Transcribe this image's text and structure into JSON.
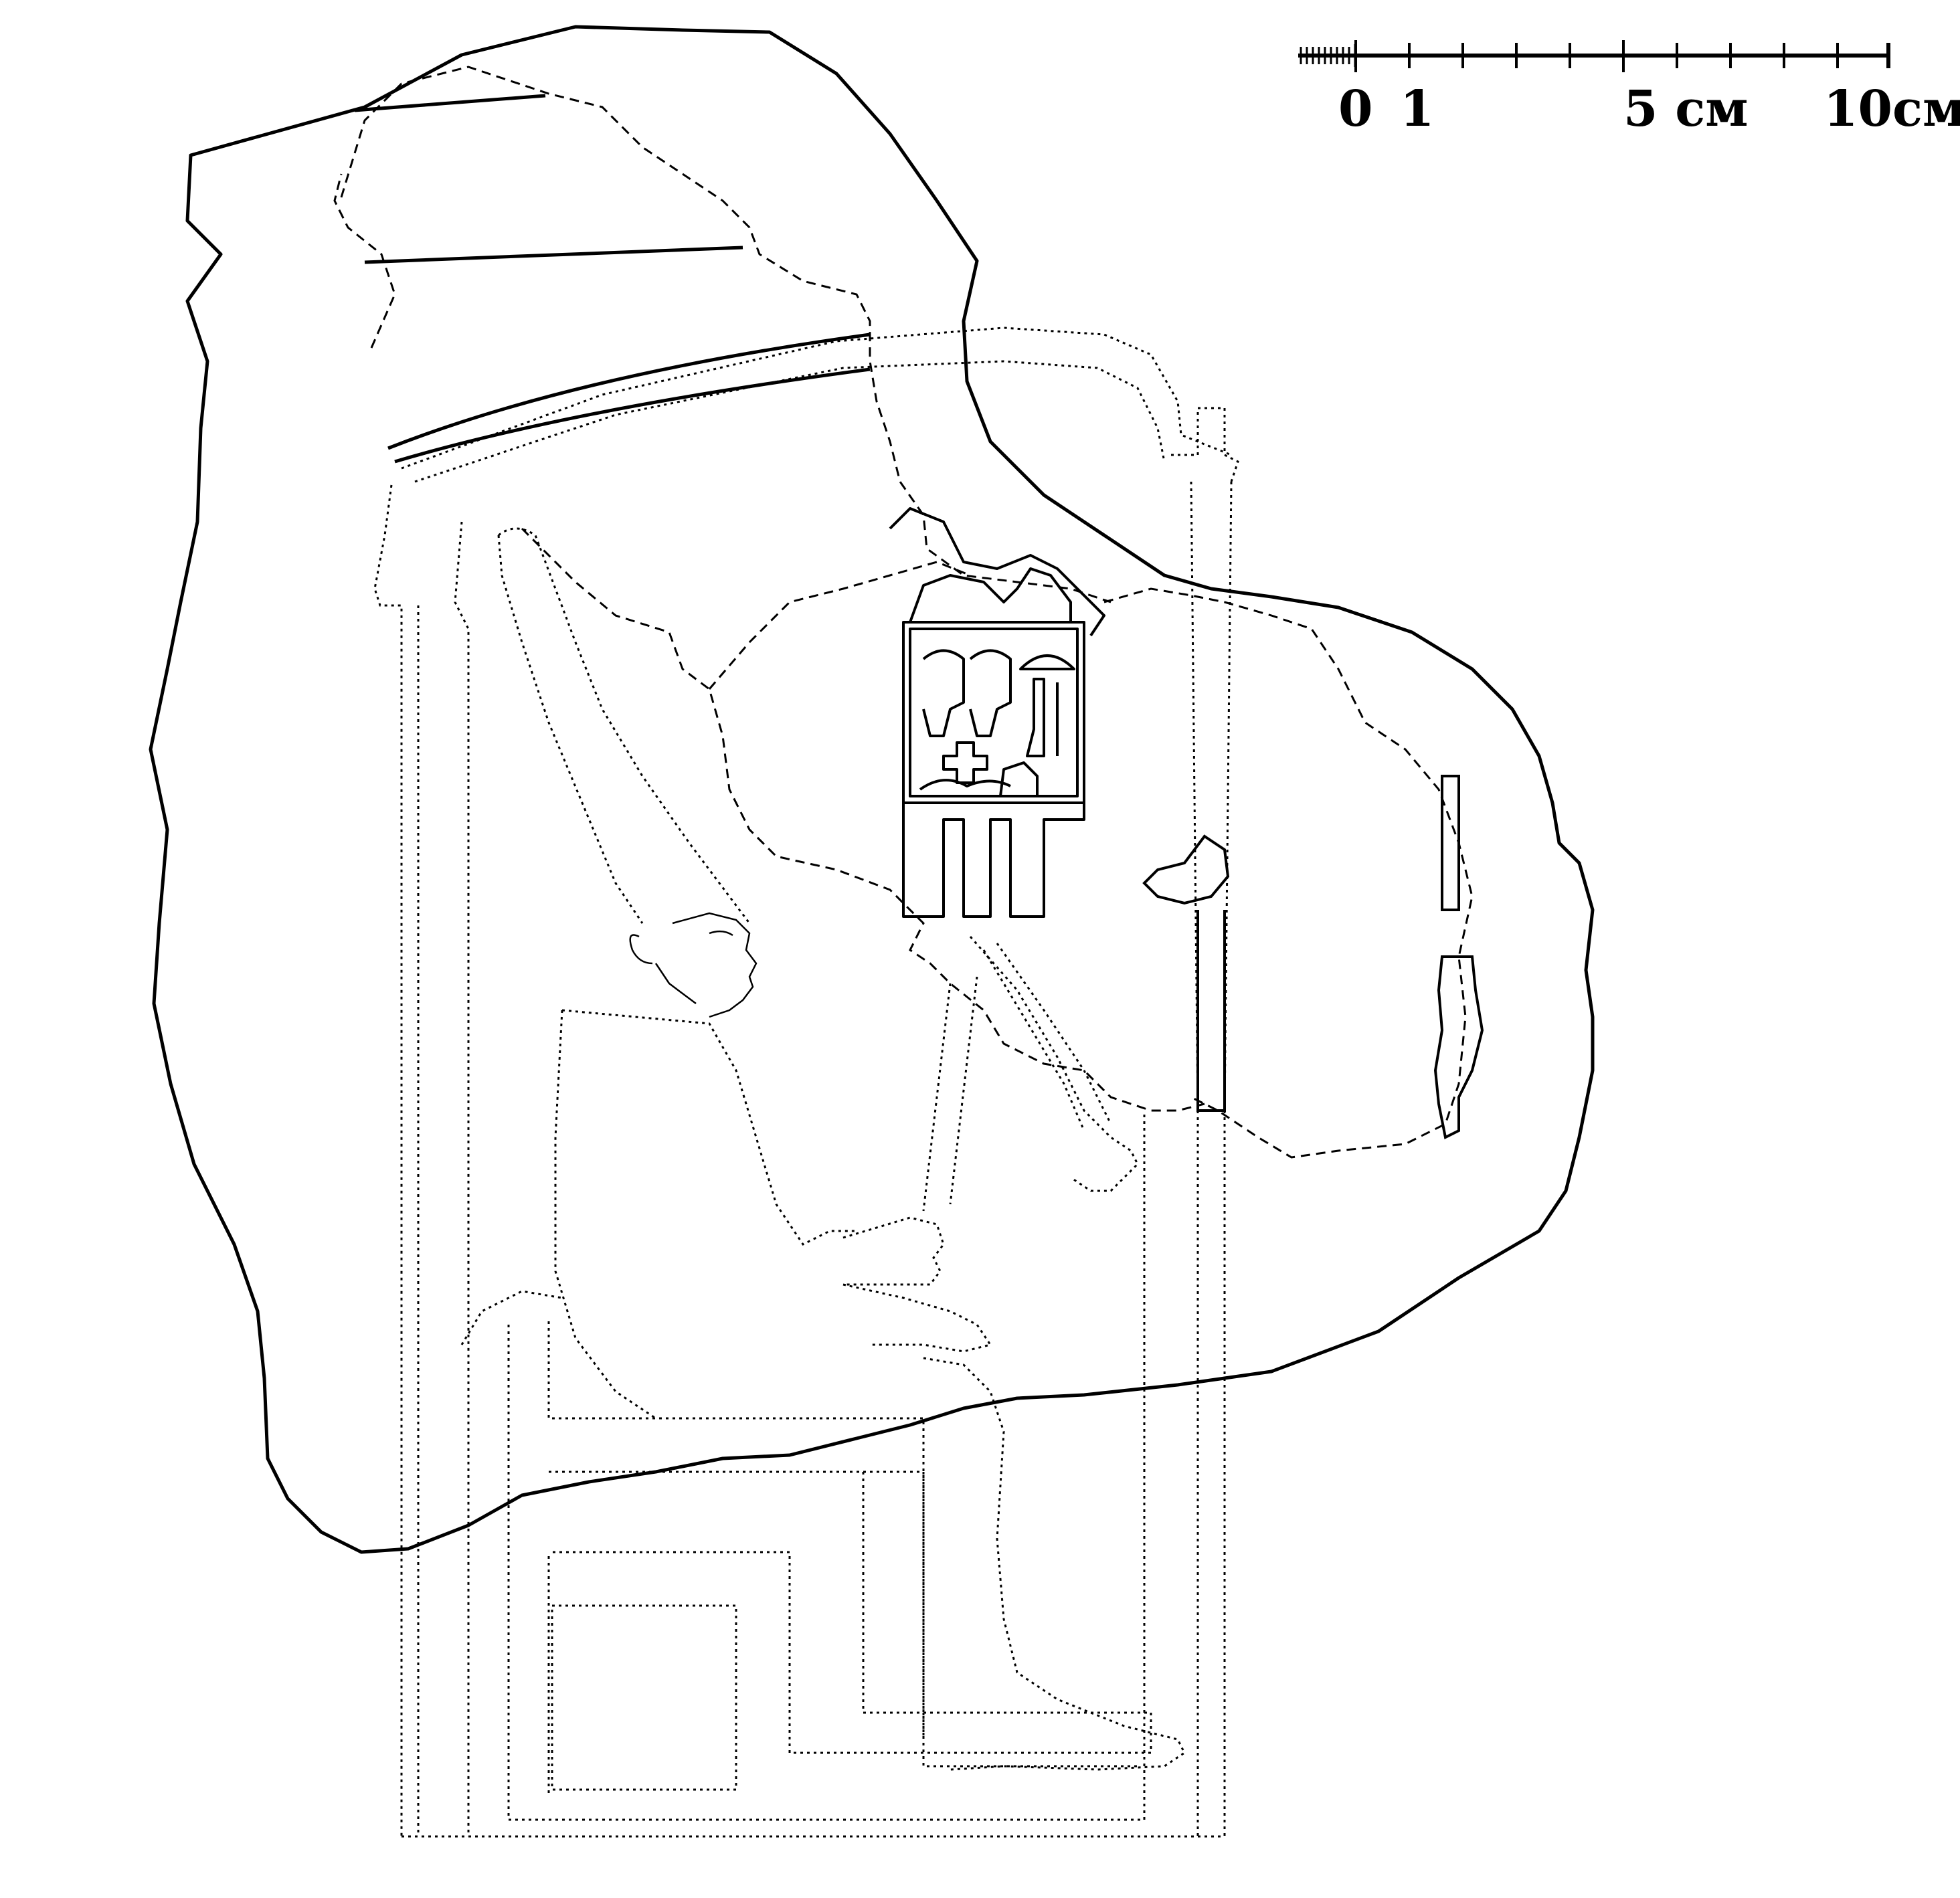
{
  "scale_bar": {
    "labels": [
      "0",
      "1",
      "5 см",
      "10см"
    ]
  },
  "colors": {
    "ink": "#000000",
    "background": "#ffffff"
  }
}
